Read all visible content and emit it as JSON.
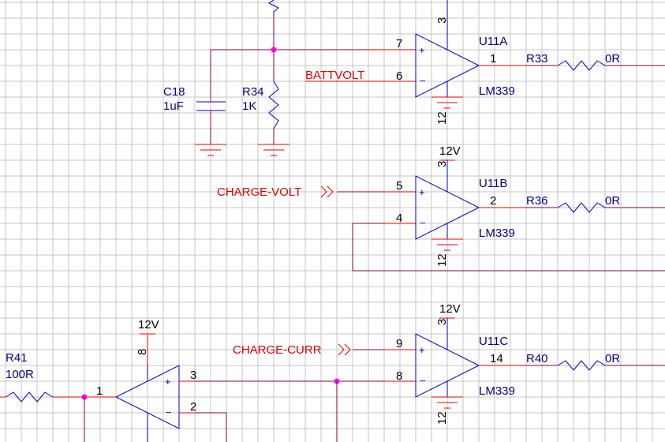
{
  "colors": {
    "wire": "#800040",
    "pin": "#e00000",
    "component": "#0000c0",
    "junction": "#ff00ff",
    "grid": "#c4c4c4"
  },
  "u11a": {
    "ref": "U11A",
    "part": "LM339",
    "pin_plus": "7",
    "pin_minus": "6",
    "pin_out": "1",
    "pin_vcc": "3",
    "pin_gnd": "12",
    "plus": "+",
    "minus": "−"
  },
  "u11b": {
    "ref": "U11B",
    "part": "LM339",
    "pin_plus": "5",
    "pin_minus": "4",
    "pin_out": "2",
    "pin_vcc": "3",
    "pin_gnd": "12",
    "supply": "12V",
    "plus": "+",
    "minus": "−"
  },
  "u11c": {
    "ref": "U11C",
    "part": "LM339",
    "pin_plus": "9",
    "pin_minus": "8",
    "pin_out": "14",
    "pin_vcc": "3",
    "pin_gnd": "12",
    "supply": "12V",
    "plus": "+",
    "minus": "−"
  },
  "opamp_left": {
    "pin_plus": "3",
    "pin_minus": "2",
    "pin_out": "1",
    "pin_vcc": "8",
    "supply": "12V",
    "plus": "+",
    "minus": "−"
  },
  "c18": {
    "ref": "C18",
    "value": "1uF"
  },
  "r34": {
    "ref": "R34",
    "value": "1K"
  },
  "r33": {
    "ref": "R33",
    "value": "0R"
  },
  "r36": {
    "ref": "R36",
    "value": "0R"
  },
  "r40": {
    "ref": "R40",
    "value": "0R"
  },
  "r41": {
    "ref": "R41",
    "value": "100R"
  },
  "nets": {
    "battvolt": "BATTVOLT",
    "charge_volt": "CHARGE-VOLT",
    "charge_curr": "CHARGE-CURR"
  }
}
